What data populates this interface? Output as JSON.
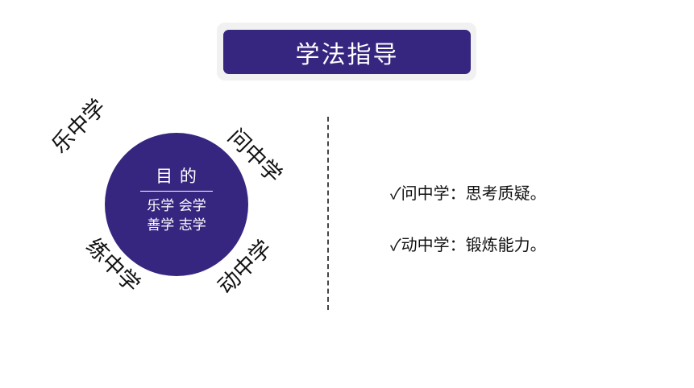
{
  "header": {
    "title": "学法指导"
  },
  "goal_circle": {
    "title": "目 的",
    "line1": "乐学 会学",
    "line2": "善学 志学"
  },
  "arc_labels": [
    "乐中学",
    "问中学",
    "练中学",
    "动中学"
  ],
  "points": [
    "✓问中学：思考质疑。",
    "✓动中学：锻炼能力。"
  ],
  "colors": {
    "accent": "#372680",
    "title_frame": "#f1f1f1"
  }
}
